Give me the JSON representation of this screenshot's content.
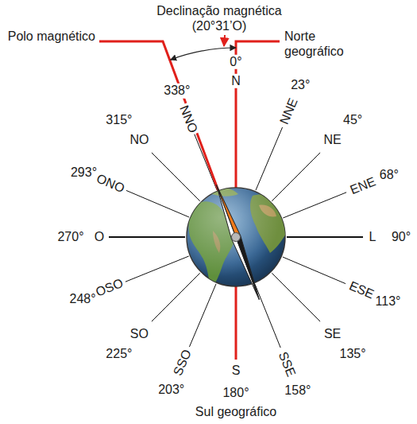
{
  "diagram": {
    "labels": [
      "Declinação magnética (20°31’O)",
      "Polo magnético",
      "Norte geográfico",
      "0°",
      "N",
      "338°",
      "NNO",
      "23°",
      "NNE",
      "315°",
      "NO",
      "45°",
      "NE",
      "293°",
      "ONO",
      "68°",
      "ENE",
      "270°",
      "O",
      "L",
      "90°",
      "248°",
      "OSO",
      "ESE",
      "113°",
      "SO",
      "225°",
      "SE",
      "135°",
      "SSO",
      "203°",
      "SSE",
      "158°",
      "S",
      "180°",
      "Sul geográfico"
    ]
  }
}
